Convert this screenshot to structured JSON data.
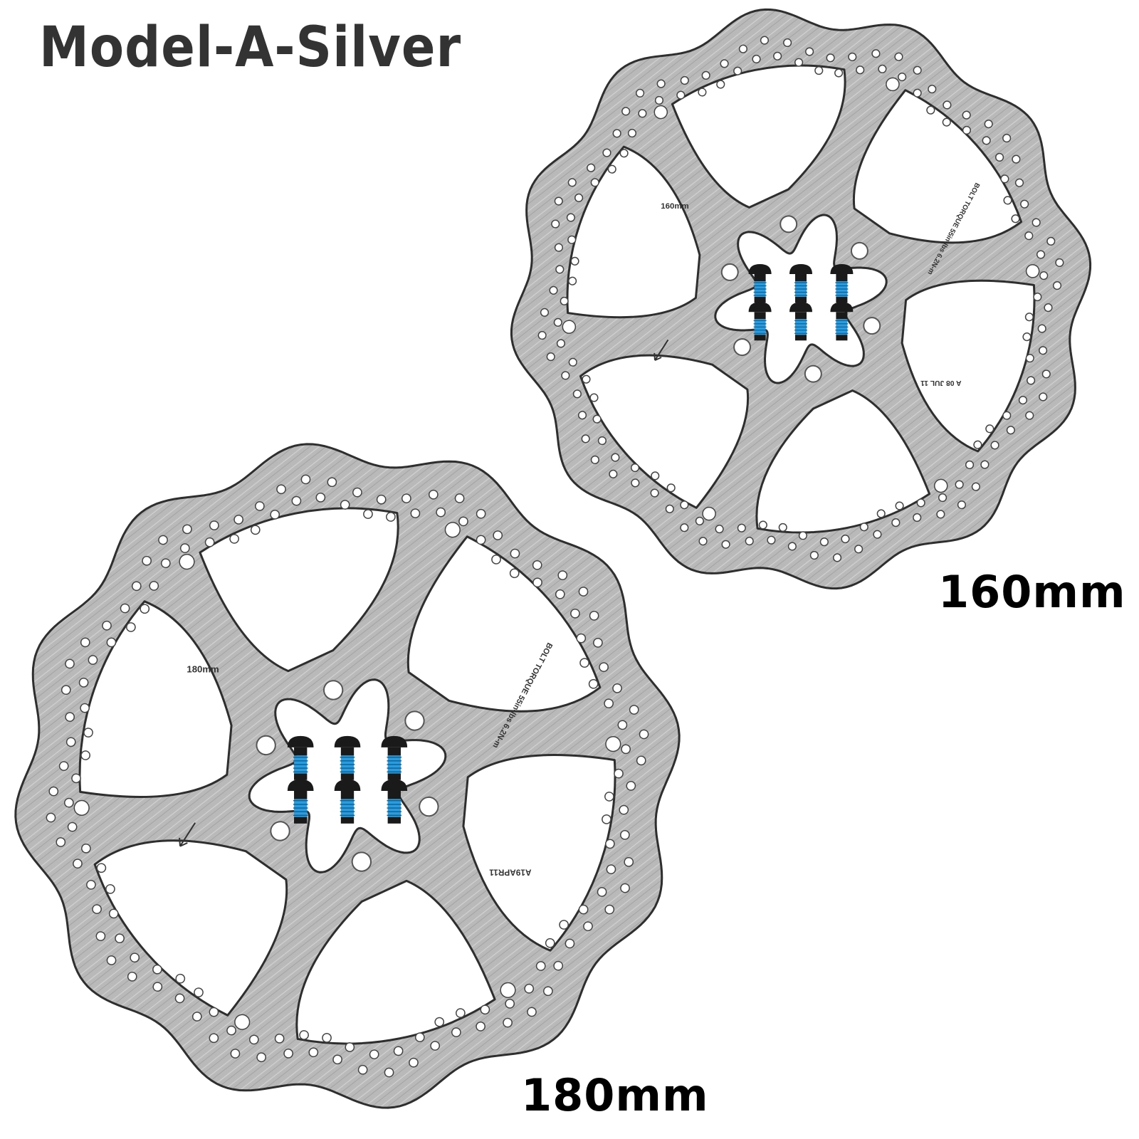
{
  "header": {
    "title": "Model-A-Silver"
  },
  "colors": {
    "steel": "#b9b9b9",
    "steel_dark": "#8f8f8f",
    "outline": "#2e2e2e",
    "bolt_black": "#1a1a1a",
    "bolt_thread": "#2a9de0",
    "title": "#333333"
  },
  "rotors": [
    {
      "id": "rotor-160",
      "size_label": "160mm",
      "etched_size": "160mm",
      "etched_torque": "BOLT TORQUE 55in-lbs 6.2N-m",
      "etched_code": "A 08 JUL 11",
      "bolt_count": 6,
      "direction_arrow": "arrow-down-left"
    },
    {
      "id": "rotor-180",
      "size_label": "180mm",
      "etched_size": "180mm",
      "etched_torque": "BOLT TORQUE 55in-lbs 6.2N-m",
      "etched_code": "A19APR11",
      "bolt_count": 6,
      "direction_arrow": "arrow-down-left"
    }
  ]
}
